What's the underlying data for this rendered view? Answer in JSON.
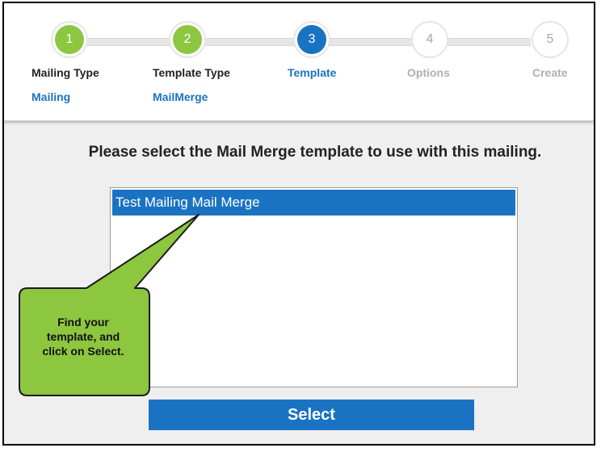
{
  "wizard": {
    "steps": [
      {
        "number": "1",
        "label": "Mailing Type",
        "value": "Mailing",
        "state": "done"
      },
      {
        "number": "2",
        "label": "Template Type",
        "value": "MailMerge",
        "state": "done"
      },
      {
        "number": "3",
        "label": "Template",
        "value": "",
        "state": "current"
      },
      {
        "number": "4",
        "label": "Options",
        "value": "",
        "state": "todo"
      },
      {
        "number": "5",
        "label": "Create",
        "value": "",
        "state": "todo"
      }
    ]
  },
  "main": {
    "instruction": "Please select the Mail Merge template to use with this mailing.",
    "templates": [
      {
        "name": "Test Mailing Mail Merge",
        "selected": true
      }
    ],
    "select_label": "Select"
  },
  "callout": {
    "lines": [
      "Find your",
      "template, and",
      "click on Select."
    ]
  },
  "colors": {
    "done": "#8dc63f",
    "current": "#1a73c2",
    "inactive": "#b0b0b0",
    "callout_fill": "#8dc63f"
  }
}
